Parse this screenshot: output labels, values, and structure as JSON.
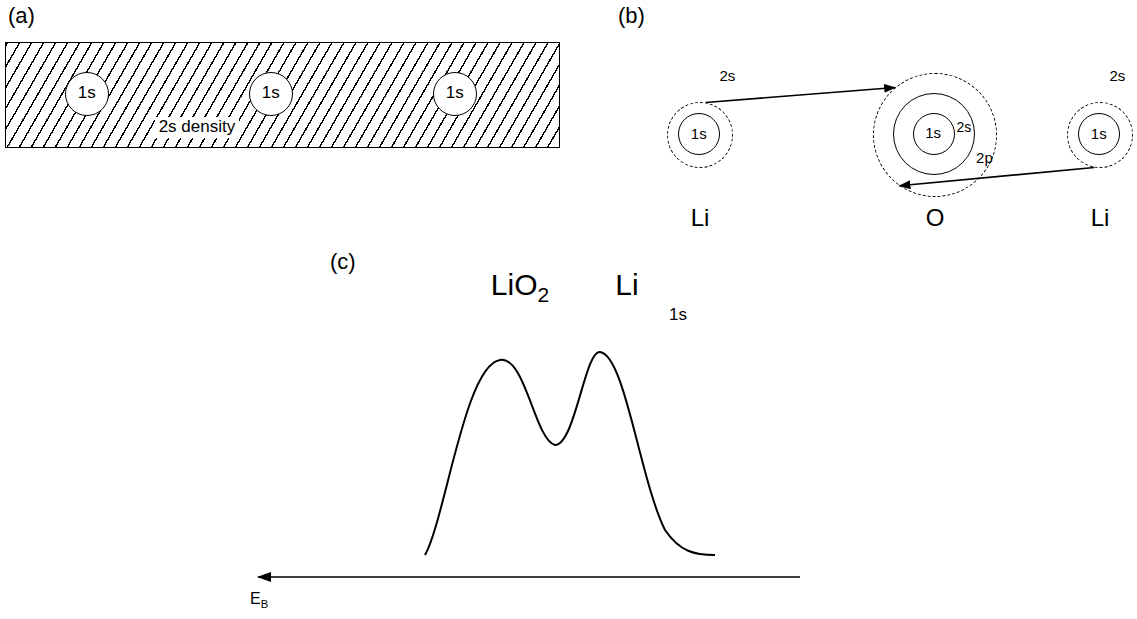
{
  "diagram": {
    "nodes": [
      {
        "text": [
          "2s density"
        ]
      },
      {
        "text": [
          "1s"
        ],
        "in": 0
      },
      {
        "text": [
          "1s"
        ],
        "in": 0
      },
      {
        "text": [
          "1s"
        ],
        "in": 0
      },
      {
        "text": [
          "2s"
        ]
      },
      {
        "text": [
          "1s"
        ],
        "in": 4
      },
      {
        "text": [
          "2p"
        ]
      },
      {
        "text": [
          "2s"
        ],
        "in": 6
      },
      {
        "text": [
          "1s"
        ],
        "in": 7
      },
      {
        "text": [
          "2s"
        ]
      },
      {
        "text": [
          "1s"
        ],
        "in": 9
      }
    ],
    "edges": [
      {
        "from": 4,
        "to": 6,
        "arrow": "to"
      },
      {
        "from": 9,
        "to": 6,
        "arrow": "to"
      }
    ],
    "labels": [
      "(a)",
      "(b)",
      "Li",
      "O",
      "Li",
      "(c)",
      "LiO2",
      "Li",
      "1s",
      "EB"
    ]
  }
}
